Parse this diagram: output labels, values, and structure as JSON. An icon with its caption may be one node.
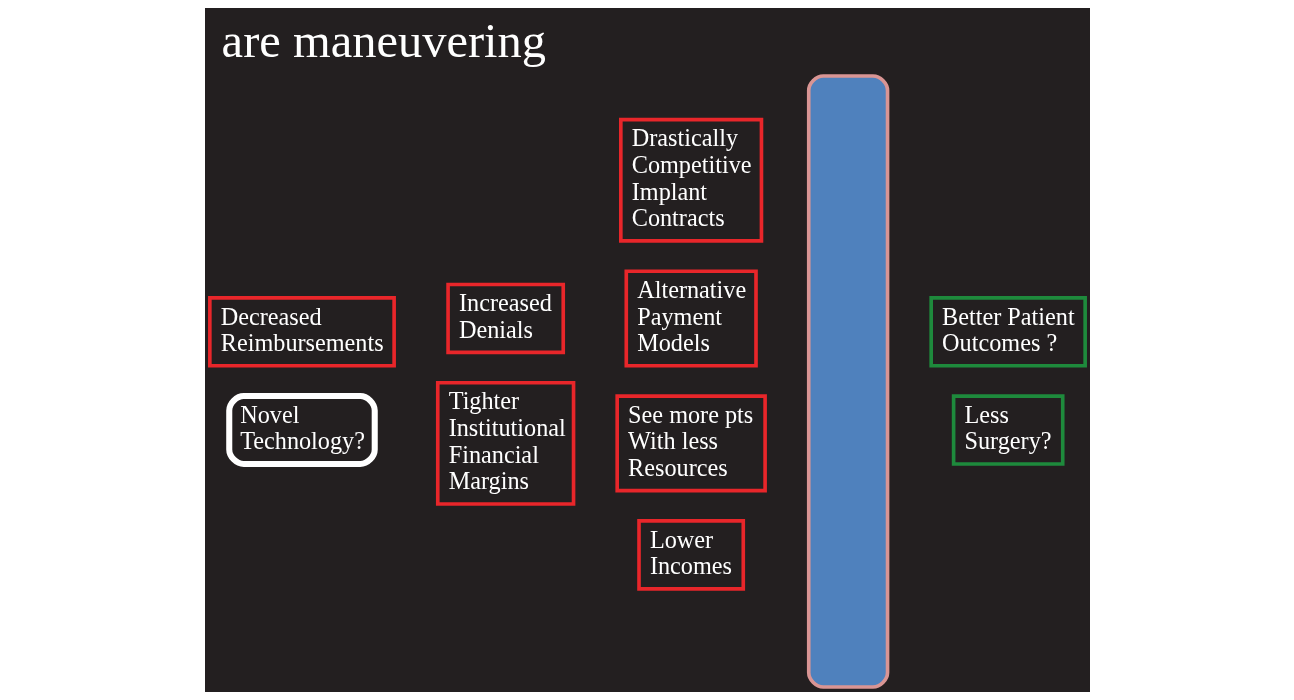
{
  "diagram": {
    "title": "are maneuvering",
    "nodes": [
      {
        "text": [
          "Drastically Competitive Implant Contracts"
        ]
      },
      {
        "text": [
          "Increased Denials"
        ]
      },
      {
        "text": [
          "Better Patient Outcomes ?"
        ]
      },
      {
        "text": [
          "Decreased Reimbursements"
        ]
      },
      {
        "text": [
          "Alternative Payment Models"
        ]
      },
      {
        "text": [
          "Less Surgery?"
        ]
      },
      {
        "text": [
          "Tighter Institutional Financial Margins"
        ]
      },
      {
        "text": [
          "See more pts With less Resources"
        ]
      },
      {
        "text": [
          "Novel Technology?"
        ]
      },
      {
        "text": [
          "Lower Incomes"
        ]
      },
      {
        "text": [],
        "shape": "brace"
      }
    ]
  }
}
